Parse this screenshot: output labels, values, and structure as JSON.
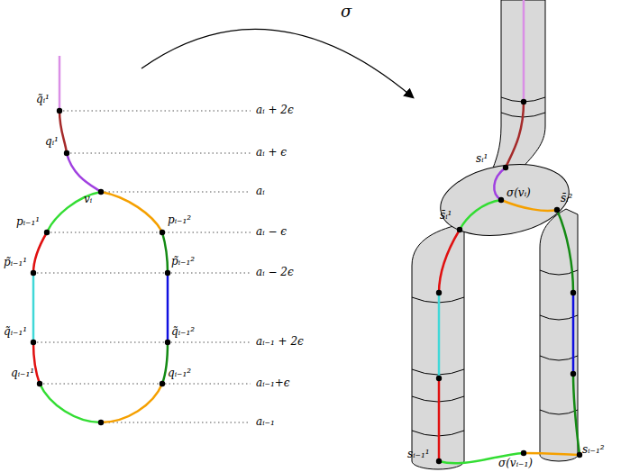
{
  "diagram": {
    "labels": [
      "σ",
      "q̃ᵢ¹",
      "qᵢ¹",
      "vᵢ",
      "pᵢ₋₁¹",
      "p̃ᵢ₋₁¹",
      "q̃ᵢ₋₁¹",
      "qᵢ₋₁¹",
      "pᵢ₋₁²",
      "p̃ᵢ₋₁²",
      "q̃ᵢ₋₁²",
      "qᵢ₋₁²",
      "aᵢ + 2ϵ",
      "aᵢ + ϵ",
      "aᵢ",
      "aᵢ − ϵ",
      "aᵢ − 2ϵ",
      "aᵢ₋₁ + 2ϵ",
      "aᵢ₋₁+ϵ",
      "aᵢ₋₁",
      "sᵢ¹",
      "σ(vᵢ)",
      "s̄ᵢ¹",
      "s̄ᵢ²",
      "sᵢ₋₁¹",
      "σ(vᵢ₋₁)",
      "sᵢ₋₁²"
    ]
  }
}
